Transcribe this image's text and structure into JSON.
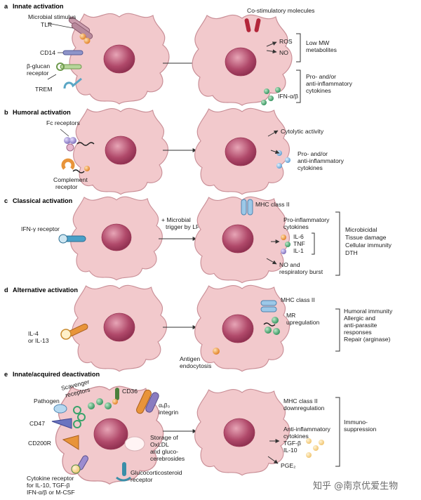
{
  "panels": {
    "a": {
      "letter": "a",
      "title": "Innate activation",
      "left_labels": [
        "Microbial stimulus",
        "TLR",
        "CD14",
        "β-glucan",
        "receptor",
        "TREM"
      ],
      "right_labels": {
        "costim": "Co-stimulatory molecules",
        "ros": "ROS",
        "no": "NO",
        "ifn": "IFN-α/β"
      },
      "group1": [
        "Low MW",
        "metabolites"
      ],
      "group2": [
        "Pro- and/or",
        "anti-inflammatory",
        "cytokines"
      ]
    },
    "b": {
      "letter": "b",
      "title": "Humoral activation",
      "left_labels": [
        "Fc receptors",
        "Complement",
        "receptor"
      ],
      "right_labels": [
        "Cytolytic activity",
        "Pro- and/or",
        "anti-inflammatory",
        "cytokines"
      ]
    },
    "c": {
      "letter": "c",
      "title": "Classical activation",
      "left_labels": [
        "IFN-γ receptor"
      ],
      "arrow_label": [
        "+ Microbial",
        "trigger by LPS"
      ],
      "right_labels": {
        "mhc": "MHC class II",
        "pro": [
          "Pro-inflammatory",
          "cytokines"
        ],
        "cyt": [
          "IL-6",
          "TNF",
          "IL-1"
        ],
        "no": [
          "NO and",
          "respiratory burst"
        ]
      },
      "group": [
        "Microbicidal",
        "Tissue damage",
        "Cellular immunity",
        "DTH"
      ]
    },
    "d": {
      "letter": "d",
      "title": "Alternative activation",
      "left_labels": [
        "IL-4",
        "or IL-13"
      ],
      "right_labels": {
        "mhc": "MHC class II",
        "mr": [
          "MR",
          "upregulation"
        ],
        "ag": [
          "Antigen",
          "endocytosis"
        ]
      },
      "group": [
        "Humoral immunity",
        "Allergic and",
        "anti-parasite",
        "responses",
        "Repair (arginase)"
      ]
    },
    "e": {
      "letter": "e",
      "title": "Innate/acquired deactivation",
      "left_labels": {
        "scav": [
          "Scavenger",
          "receptors"
        ],
        "cd36": "CD36",
        "pathogen": "Pathogen",
        "cd47": "CD47",
        "cd200r": "CD200R",
        "integrin_b": "integrin",
        "storage": [
          "Storage of",
          "OxLDL",
          "and gluco-",
          "cerebrosides"
        ],
        "gluco": [
          "Glucocorticosteroid",
          "receptor"
        ],
        "cytrec": [
          "Cytokine receptor",
          "for IL-10, TGF-β",
          "IFN-α/β or M-CSF"
        ]
      },
      "right_labels": {
        "mhc": [
          "MHC class II",
          "downregulation"
        ],
        "anti": [
          "Anti-inflammatory",
          "cytokines",
          "TGF-β",
          "IL-10"
        ],
        "pge": "PGE₂"
      },
      "group": [
        "Immuno-",
        "suppression"
      ]
    }
  },
  "watermark": "知乎 @南京优爱生物",
  "colors": {
    "cell": "#f2c9cc",
    "nucleus": "#b0496a",
    "green": "#3aa36b",
    "orange": "#e8943a",
    "blue": "#6aaad8",
    "purple": "#8a7cc0",
    "red": "#b3263a"
  }
}
